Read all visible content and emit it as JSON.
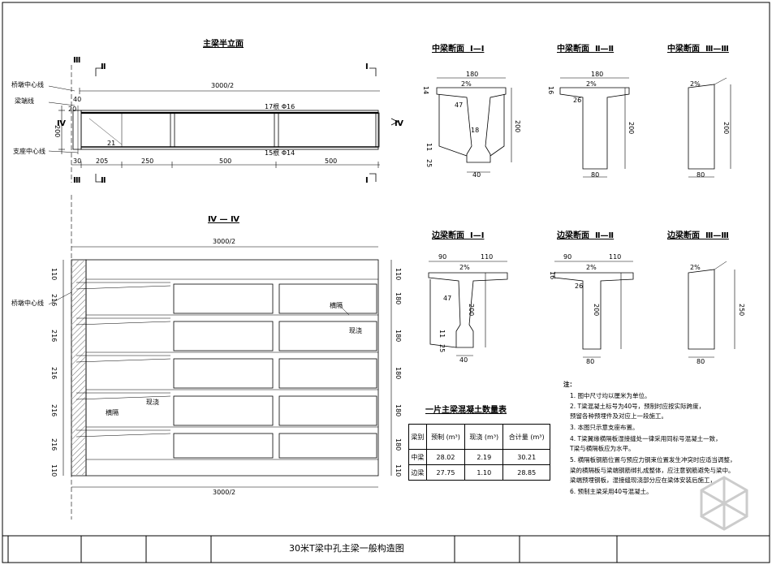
{
  "footer": {
    "title": "30米T梁中孔主梁一般构造图"
  },
  "half_elevation": {
    "title": "主梁半立面",
    "label_pier_center": "桥墩中心线",
    "label_beam_end": "梁端线",
    "label_support_center": "支座中心线",
    "dim_span": "3000/2",
    "dim_height": "200",
    "dims_bottom": [
      "205",
      "250",
      "500",
      "500"
    ],
    "dim_small_a": "40",
    "dim_small_b": "30",
    "dim_small_c": "20",
    "rebar_top": "17根 Φ16",
    "rebar_bottom": "15根 Φ14",
    "dim_21": "21",
    "sec_III": "Ⅲ",
    "sec_II": "Ⅱ",
    "sec_I": "Ⅰ",
    "sec_IV": "Ⅳ"
  },
  "plan": {
    "title": "Ⅳ — Ⅳ",
    "dim_top": "3000/2",
    "dim_bottom": "3000/2",
    "label_pier_center": "桥墩中心线",
    "label_diaphragm": "横隔",
    "label_wet_joint": "现浇",
    "label_wet_joint2": "现浇",
    "label_diaphragm2": "横隔",
    "left_dims": [
      "110",
      "216",
      "216",
      "216",
      "216",
      "216",
      "110"
    ],
    "right_dims": [
      "110",
      "180",
      "180",
      "180",
      "180",
      "180",
      "110"
    ]
  },
  "sections": {
    "mid_I": {
      "title": "中梁断面",
      "mark": "Ⅰ—Ⅰ",
      "top": "180",
      "slope": "2%",
      "d_47": "47",
      "d_200": "200",
      "d_18": "18",
      "d_40": "40",
      "d_14": "14",
      "d_11": "11",
      "d_25": "25"
    },
    "mid_II": {
      "title": "中梁断面",
      "mark": "Ⅱ—Ⅱ",
      "top": "180",
      "slope": "2%",
      "d_200": "200",
      "d_26": "26",
      "d_80": "80",
      "d_16": "16"
    },
    "mid_III": {
      "title": "中梁断面",
      "mark": "Ⅲ—Ⅲ",
      "slope": "2%",
      "d_200": "200",
      "d_80": "80"
    },
    "edge_I": {
      "title": "边梁断面",
      "mark": "Ⅰ—Ⅰ",
      "left": "90",
      "right": "110",
      "slope": "2%",
      "d_47": "47",
      "d_200": "200",
      "d_40": "40",
      "d_11": "11",
      "d_25": "25"
    },
    "edge_II": {
      "title": "边梁断面",
      "mark": "Ⅱ—Ⅱ",
      "left": "90",
      "right": "110",
      "slope": "2%",
      "d_200": "200",
      "d_26": "26",
      "d_80": "80",
      "d_16": "16"
    },
    "edge_III": {
      "title": "边梁断面",
      "mark": "Ⅲ—Ⅲ",
      "slope": "2%",
      "d_250": "250",
      "d_80": "80"
    }
  },
  "qty_table": {
    "title": "一片主梁混凝土数量表",
    "headers": [
      "梁别",
      "预制 (m³)",
      "现浇 (m³)",
      "合计量 (m³)"
    ],
    "rows": [
      [
        "中梁",
        "28.02",
        "2.19",
        "30.21"
      ],
      [
        "边梁",
        "27.75",
        "1.10",
        "28.85"
      ]
    ]
  },
  "notes": {
    "head": "注：",
    "items": [
      "1. 图中尺寸均以厘米为单位。",
      "2. T梁混凝土标号为40号，预制时应按实际跨度，",
      "   预留各种预埋件及对应上一段施工。",
      "3. 本图只示意支座布置。",
      "4. T梁翼缘横隔板湿接缝处一律采用同标号混凝土一致，",
      "   T梁与横隔板应为水平。",
      "5. 横隔板钢筋位置与预应力钢束位置发生冲突时应适当调整，",
      "   梁的横隔板与梁端钢筋绑扎成整体，应注意钢筋避免与梁中。",
      "   梁端预埋钢板，湿接缝现浇部分应在梁体安装后施工，",
      "6. 预制主梁采用40号混凝土。"
    ]
  }
}
